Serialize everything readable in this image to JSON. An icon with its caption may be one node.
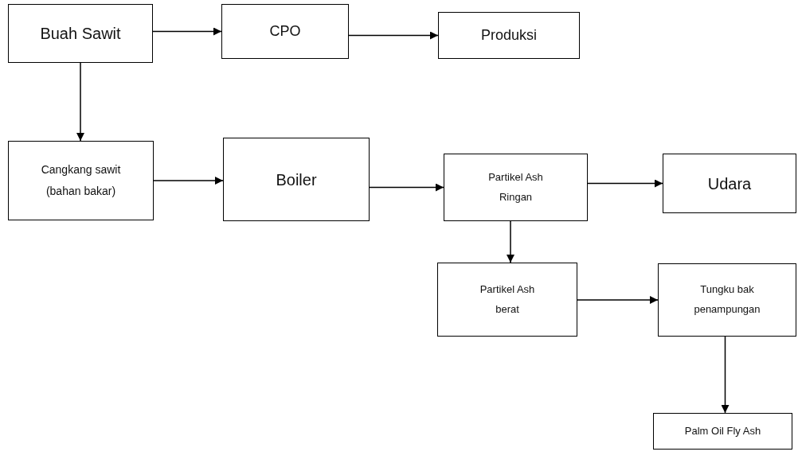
{
  "diagram": {
    "nodes": [
      {
        "text": [
          "Buah Sawit"
        ]
      },
      {
        "text": [
          "CPO"
        ]
      },
      {
        "text": [
          "Produksi"
        ]
      },
      {
        "text": [
          "Cangkang sawit (bahan bakar)"
        ]
      },
      {
        "text": [
          "Boiler"
        ]
      },
      {
        "text": [
          "Partikel Ash Ringan"
        ]
      },
      {
        "text": [
          "Udara"
        ]
      },
      {
        "text": [
          "Partikel Ash berat"
        ]
      },
      {
        "text": [
          "Tungku bak penampungan"
        ]
      },
      {
        "text": [
          "Palm Oil Fly Ash"
        ]
      }
    ],
    "edges": [
      {
        "from": 0,
        "to": 1,
        "arrow": "to"
      },
      {
        "from": 1,
        "to": 2,
        "arrow": "to"
      },
      {
        "from": 0,
        "to": 3,
        "arrow": "to"
      },
      {
        "from": 3,
        "to": 4,
        "arrow": "to"
      },
      {
        "from": 4,
        "to": 5,
        "arrow": "to"
      },
      {
        "from": 5,
        "to": 6,
        "arrow": "to"
      },
      {
        "from": 5,
        "to": 7,
        "arrow": "to"
      },
      {
        "from": 7,
        "to": 8,
        "arrow": "to"
      },
      {
        "from": 8,
        "to": 9,
        "arrow": "to"
      }
    ]
  }
}
